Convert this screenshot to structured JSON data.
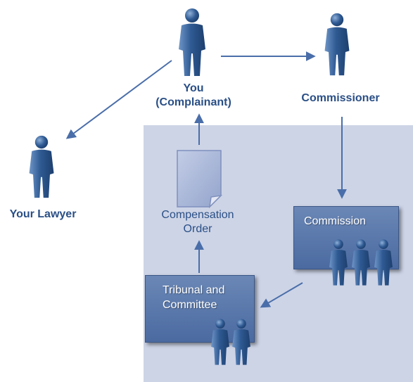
{
  "nodes": {
    "you": {
      "label": "You\n(Complainant)"
    },
    "commissioner": {
      "label": "Commissioner"
    },
    "your_lawyer": {
      "label": "Your Lawyer"
    },
    "commission": {
      "label": "Commission"
    },
    "tribunal": {
      "label": "Tribunal and\nCommittee"
    },
    "compensation_order": {
      "label": "Compensation\nOrder"
    }
  },
  "colors": {
    "figure": "#2f5a93",
    "figure_dark": "#1d3f6d",
    "figure_light": "#6f96c8",
    "label_text": "#2a4f86",
    "panel_bg": "#cdd4e6",
    "arrow": "#4a6ea9",
    "box_fill": "#5776ab",
    "box_text": "#ffffff",
    "document": "#a9b7d8"
  }
}
